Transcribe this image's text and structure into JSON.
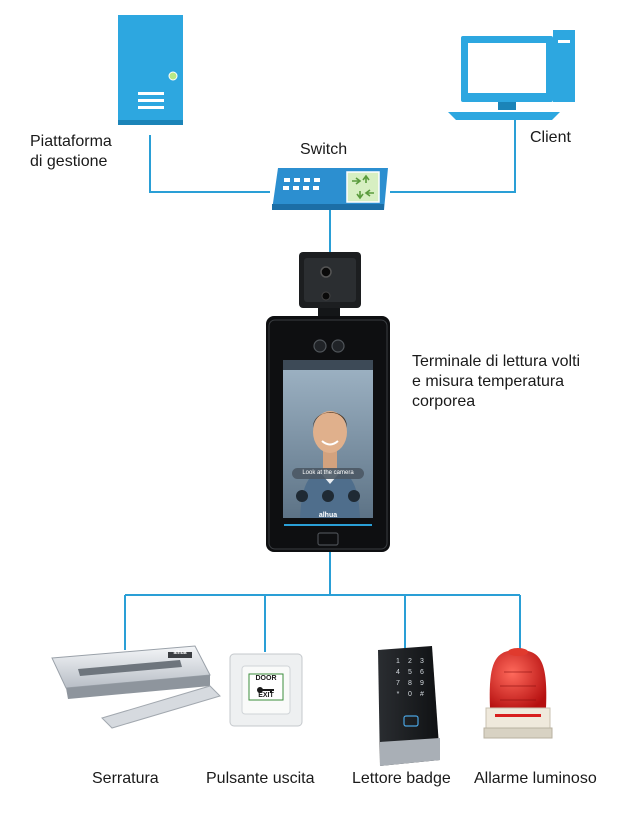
{
  "nodes": {
    "server": {
      "label_lines": [
        "Piattaforma",
        "di gestione"
      ]
    },
    "switch": {
      "label": "Switch"
    },
    "client": {
      "label": "Client"
    },
    "terminal": {
      "label_lines": [
        "Terminale di lettura volti",
        "e misura temperatura",
        "corporea"
      ],
      "screen_prompt": "Look at the camera",
      "brand": "alhua"
    },
    "lock": {
      "label": "Serratura",
      "brand": "alhua"
    },
    "exit_button": {
      "label": "Pulsante uscita",
      "plate_top": "DOOR",
      "plate_bottom": "EXIT"
    },
    "card_reader": {
      "label": "Lettore badge",
      "keys": [
        "1",
        "2",
        "3",
        "4",
        "5",
        "6",
        "7",
        "8",
        "9",
        "*",
        "0",
        "#"
      ]
    },
    "alarm": {
      "label": "Allarme luminoso"
    }
  },
  "colors": {
    "line": "#2a9fd6",
    "server_blue": "#2da7e0",
    "switch_blue": "#2c8fd0",
    "switch_green": "#d7efc2",
    "alarm_red": "#d81e1e"
  }
}
